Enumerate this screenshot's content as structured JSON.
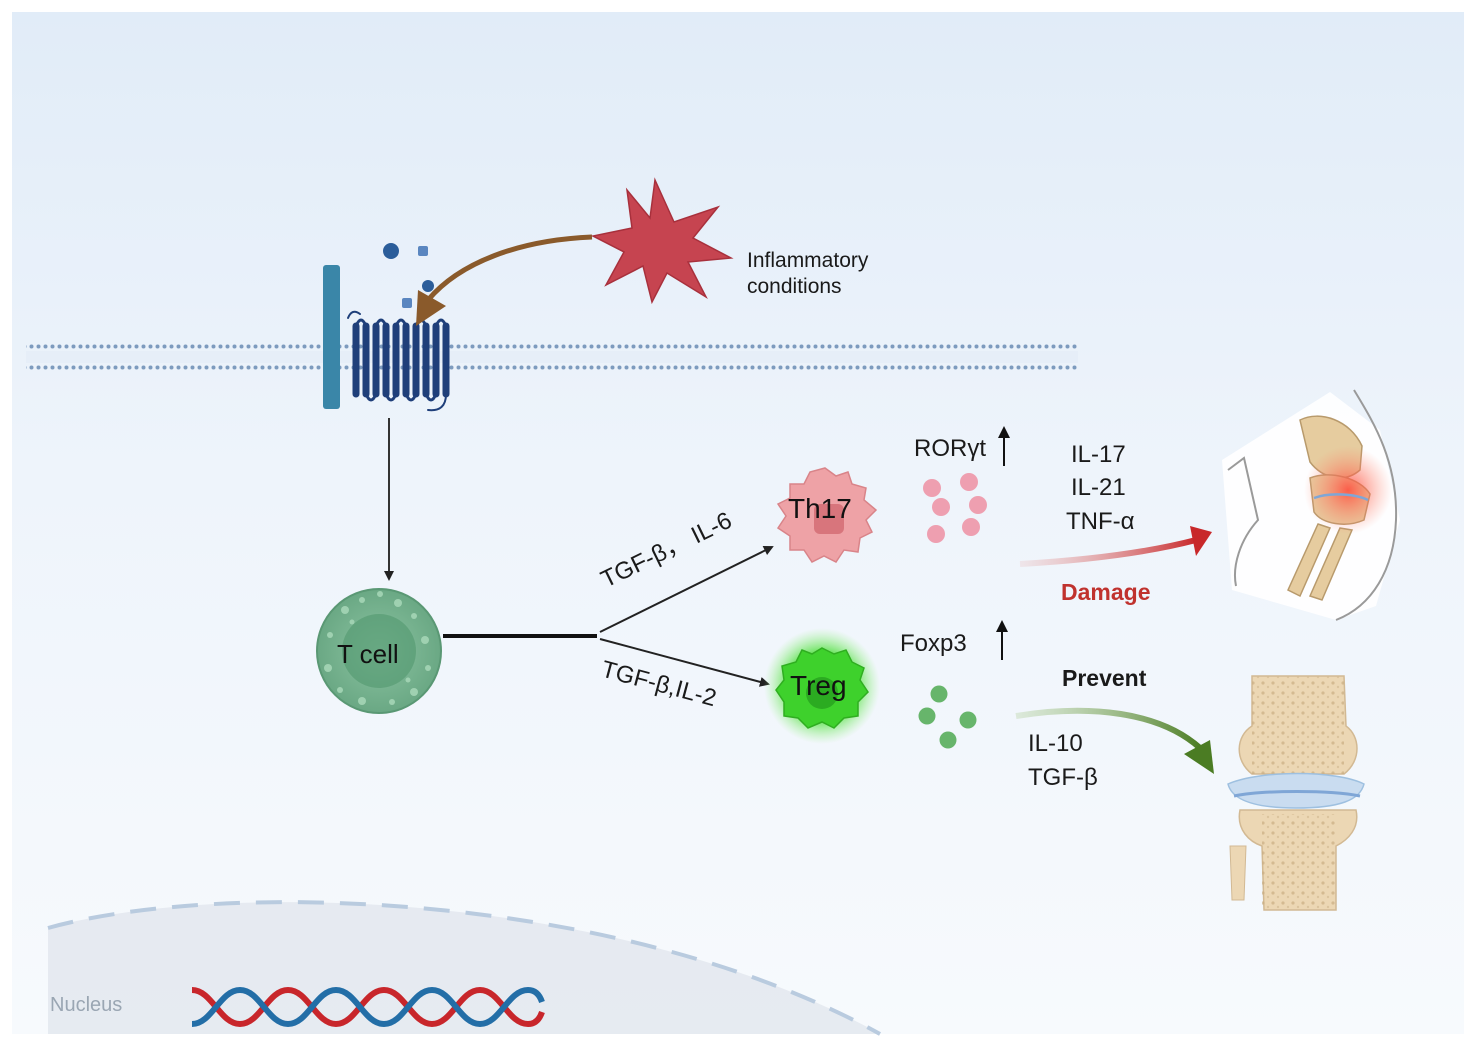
{
  "labels": {
    "inflammatory_line1": "Inflammatory",
    "inflammatory_line2": "conditions",
    "t_cell": "T cell",
    "th17": "Th17",
    "treg": "Treg",
    "th17_path": "TGF-β， IL-6",
    "treg_path": "TGF-β,IL-2",
    "rorgt": "RORγt",
    "foxp3": "Foxp3",
    "th17_cytokines": [
      "IL-17",
      "IL-21",
      "TNF-α"
    ],
    "damage": "Damage",
    "prevent": "Prevent",
    "treg_cytokines": [
      "IL-10",
      "TGF-β"
    ],
    "nucleus": "Nucleus"
  },
  "colors": {
    "background_top": "#e3eefa",
    "membrane": "#6f8fb6",
    "receptor_bar": "#3a86a8",
    "gpcr": "#1f3f7a",
    "star": "#c64450",
    "inflammation_arrow": "#8a5a2b",
    "t_cell": "#6fae88",
    "th17": "#e8969b",
    "treg": "#3ccc2e",
    "damage_arrow": "#c8282a",
    "damage_text": "#c0322e",
    "prevent_arrow": "#4b7c23",
    "dna_red": "#c8262b",
    "dna_blue": "#236ea7"
  },
  "icons": [
    "star-icon",
    "receptor-icon",
    "gpcr-icon",
    "dna-icon",
    "knee-inflamed-icon",
    "knee-healthy-icon"
  ]
}
